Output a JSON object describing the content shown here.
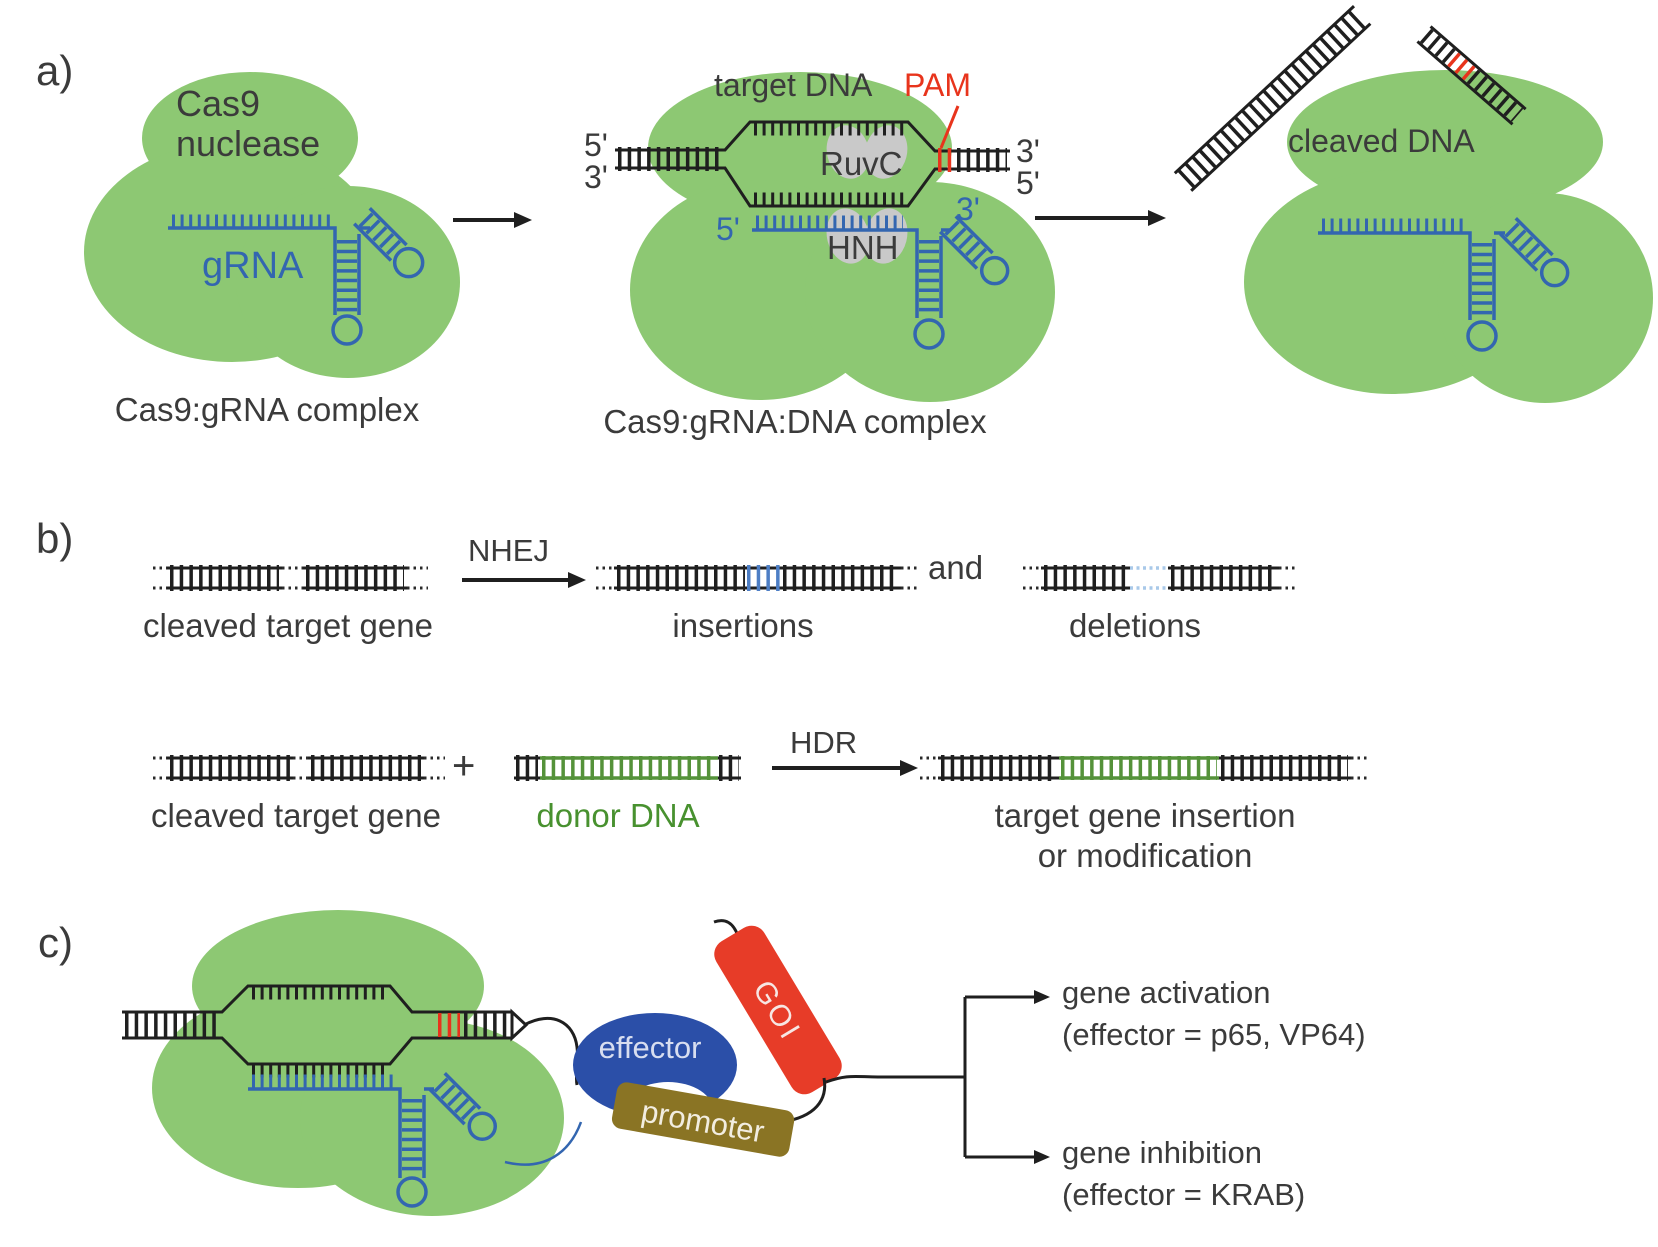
{
  "figure": {
    "type": "scientific-diagram",
    "topic": "CRISPR-Cas9 genome editing mechanism and applications"
  },
  "panel_a": {
    "tag": "a)",
    "cas9_line1": "Cas9",
    "cas9_line2": "nuclease",
    "grna_label": "gRNA",
    "caption_left": "Cas9:gRNA complex",
    "target_dna_label": "target DNA",
    "pam_label": "PAM",
    "ruvc_label": "RuvC",
    "hnh_label": "HNH",
    "left_top_end": "5'",
    "left_bottom_end": "3'",
    "right_top_end": "3'",
    "right_bottom_end": "5'",
    "grna_5_end": "5'",
    "grna_3_end": "3'",
    "caption_mid": "Cas9:gRNA:DNA complex",
    "cleaved_label": "cleaved DNA"
  },
  "panel_b": {
    "tag": "b)",
    "row1_caption": "cleaved target gene",
    "nhej_label": "NHEJ",
    "insertions_label": "insertions",
    "conjunction": "and",
    "deletions_label": "deletions",
    "row2_caption": "cleaved target gene",
    "plus_sign": "+",
    "donor_label": "donor DNA",
    "hdr_label": "HDR",
    "result_line1": "target gene insertion",
    "result_line2": "or modification"
  },
  "panel_c": {
    "tag": "c)",
    "effector_label": "effector",
    "promoter_label": "promoter",
    "goi_label": "GOI",
    "activation_line1": "gene activation",
    "activation_line2": "(effector = p65, VP64)",
    "inhibition_line1": "gene inhibition",
    "inhibition_line2": "(effector = KRAB)"
  },
  "colors": {
    "cas9_green": "#8dc873",
    "grna_blue": "#3366b0",
    "pam_red": "#e8341c",
    "dna_black": "#1f1f1f",
    "domain_gray": "#c9c9c9",
    "effector_blue": "#2b4fa8",
    "promoter_olive": "#8a7424",
    "goi_red": "#e73c28",
    "donor_green": "#55923a",
    "donor_text_green": "#48912f",
    "insertion_blue": "#4d7ec5",
    "deletion_pale_blue": "#a9c9e9",
    "text_dark": "#3b3b3b"
  }
}
